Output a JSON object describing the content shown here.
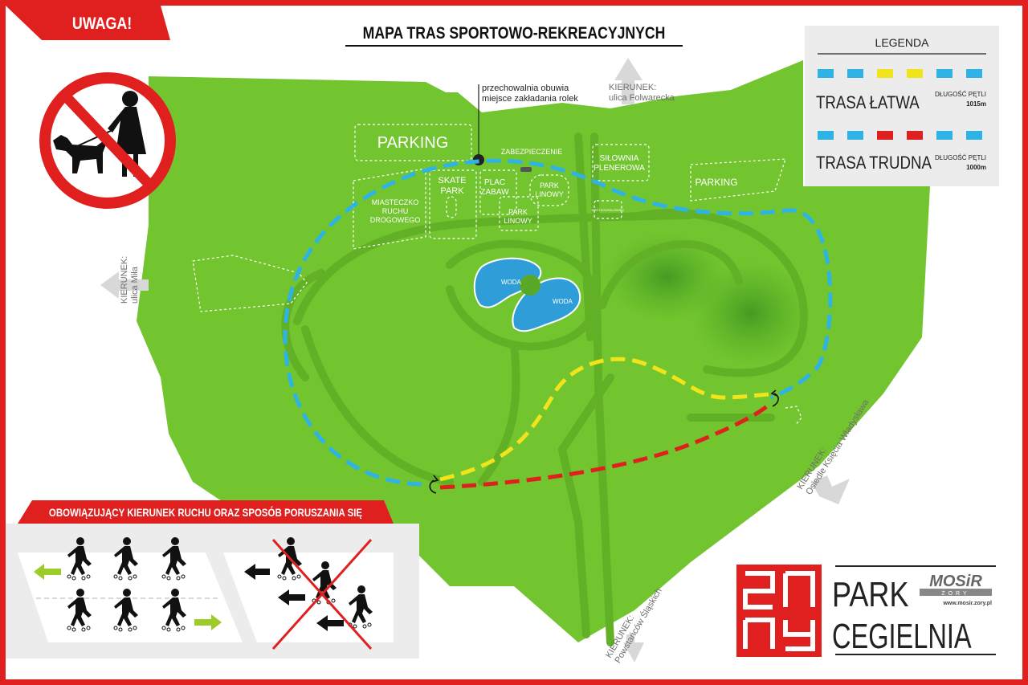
{
  "warning": "UWAGA!",
  "title": "MAPA TRAS SPORTOWO-REKREACYJNYCH",
  "legend": {
    "heading": "LEGENDA",
    "easy": {
      "name": "TRASA ŁATWA",
      "length_label": "DŁUGOŚĆ PĘTLI",
      "length": "1015m",
      "colors": [
        "#2eb3e6",
        "#2eb3e6",
        "#f2e41a",
        "#f2e41a",
        "#2eb3e6",
        "#2eb3e6"
      ]
    },
    "hard": {
      "name": "TRASA TRUDNA",
      "length_label": "DŁUGOŚĆ PĘTLI",
      "length": "1000m",
      "colors": [
        "#2eb3e6",
        "#2eb3e6",
        "#e0201f",
        "#e0201f",
        "#2eb3e6",
        "#2eb3e6"
      ]
    }
  },
  "map_labels": {
    "parking_main": "PARKING",
    "parking_east": "PARKING",
    "skate_park": [
      "SKATE",
      "PARK"
    ],
    "plac_zabaw": [
      "PLAC",
      "ZABAW"
    ],
    "park_linowy_1": [
      "PARK",
      "LINOWY"
    ],
    "park_linowy_2": [
      "PARK",
      "LINOWY"
    ],
    "miasteczko": [
      "MIASTECZKO",
      "RUCHU",
      "DROGOWEGO"
    ],
    "silownia": [
      "SIŁOWNIA",
      "PLENEROWA"
    ],
    "zabezpieczenie": "ZABEZPIECZENIE",
    "small_building": "KRÓTKOOFALOWIEC",
    "woda_1": "WODA",
    "woda_2": "WODA",
    "storage": [
      "przechowalnia obuwia",
      "miejsce zakładania rolek"
    ]
  },
  "directions": {
    "north": [
      "KIERUNEK:",
      "ulica Folwarecka"
    ],
    "west": [
      "KIERUNEK:",
      "ulica Miła"
    ],
    "south": [
      "KIERUNEK:",
      "Powstańców Śląskich"
    ],
    "east": [
      "KIERUNEK:",
      "Osiedle Księcia Władysława"
    ]
  },
  "rules_banner": "OBOWIĄZUJĄCY KIERUNEK RUCHU ORAZ SPOSÓB PORUSZANIA SIĘ",
  "logo": {
    "park": "PARK",
    "cegielnia": "CEGIELNIA",
    "mosir": "MOSiR",
    "zory": "ŻORY",
    "url": "www.mosir.zory.pl"
  },
  "colors": {
    "frame": "#e0201f",
    "grass": "#72c52e",
    "route_blue": "#2eb3e6",
    "route_yellow": "#f2e41a",
    "route_red": "#e0201f",
    "water": "#2f9ed8"
  },
  "icons": [
    "no-dogs-icon",
    "skater-icon",
    "direction-arrow-icon",
    "loop-arrow-icon",
    "cross-icon"
  ]
}
